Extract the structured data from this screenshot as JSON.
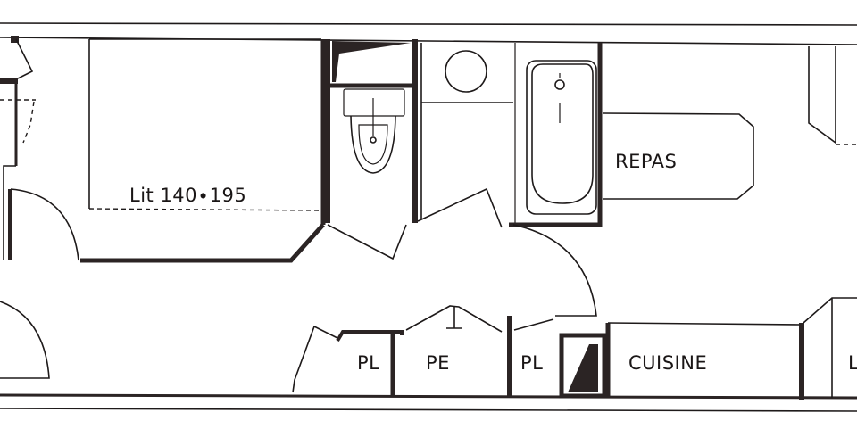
{
  "plan": {
    "type": "apartment floor plan",
    "colors": {
      "background": "#ffffff",
      "wall": "#2b2424",
      "line": "#1e1a1a"
    },
    "labels": {
      "bed": "Lit 140∙195",
      "dining": "REPAS",
      "kitchen": "CUISINE",
      "closet_left": "PL",
      "closet_middle": "PE",
      "closet_right": "PL",
      "edge_right": "L"
    },
    "rooms": [
      {
        "id": "bedroom",
        "label": "Lit 140∙195"
      },
      {
        "id": "wc"
      },
      {
        "id": "bathroom"
      },
      {
        "id": "dining",
        "label": "REPAS"
      },
      {
        "id": "closet-pl-1",
        "label": "PL"
      },
      {
        "id": "closet-pe",
        "label": "PE"
      },
      {
        "id": "closet-pl-2",
        "label": "PL"
      },
      {
        "id": "kitchen",
        "label": "CUISINE"
      }
    ]
  }
}
